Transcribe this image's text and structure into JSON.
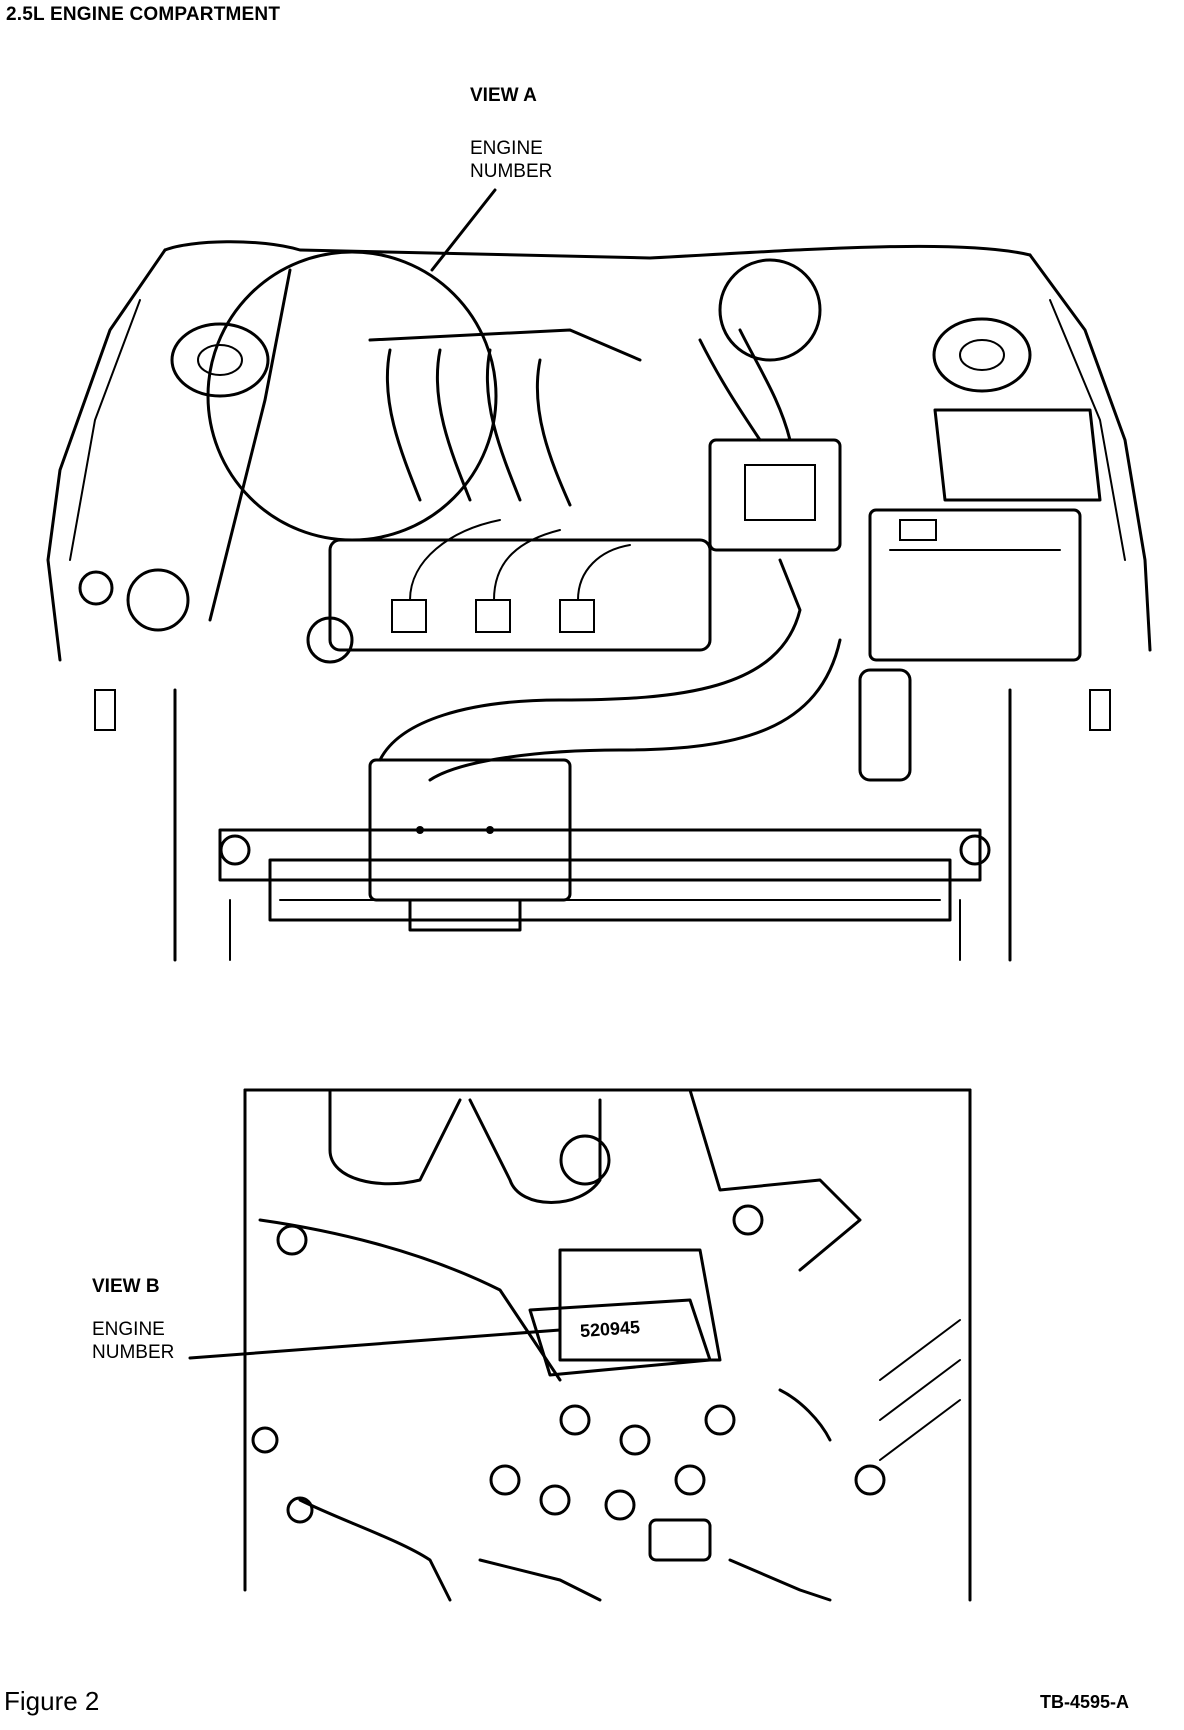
{
  "header": {
    "title": "2.5L ENGINE COMPARTMENT"
  },
  "view_a": {
    "label": "VIEW A",
    "callout_line1": "ENGINE",
    "callout_line2": "NUMBER"
  },
  "view_b": {
    "label": "VIEW B",
    "callout_line1": "ENGINE",
    "callout_line2": "NUMBER",
    "stamped_number": "520945"
  },
  "footer": {
    "figure_label": "Figure 2",
    "reference_code": "TB-4595-A"
  }
}
